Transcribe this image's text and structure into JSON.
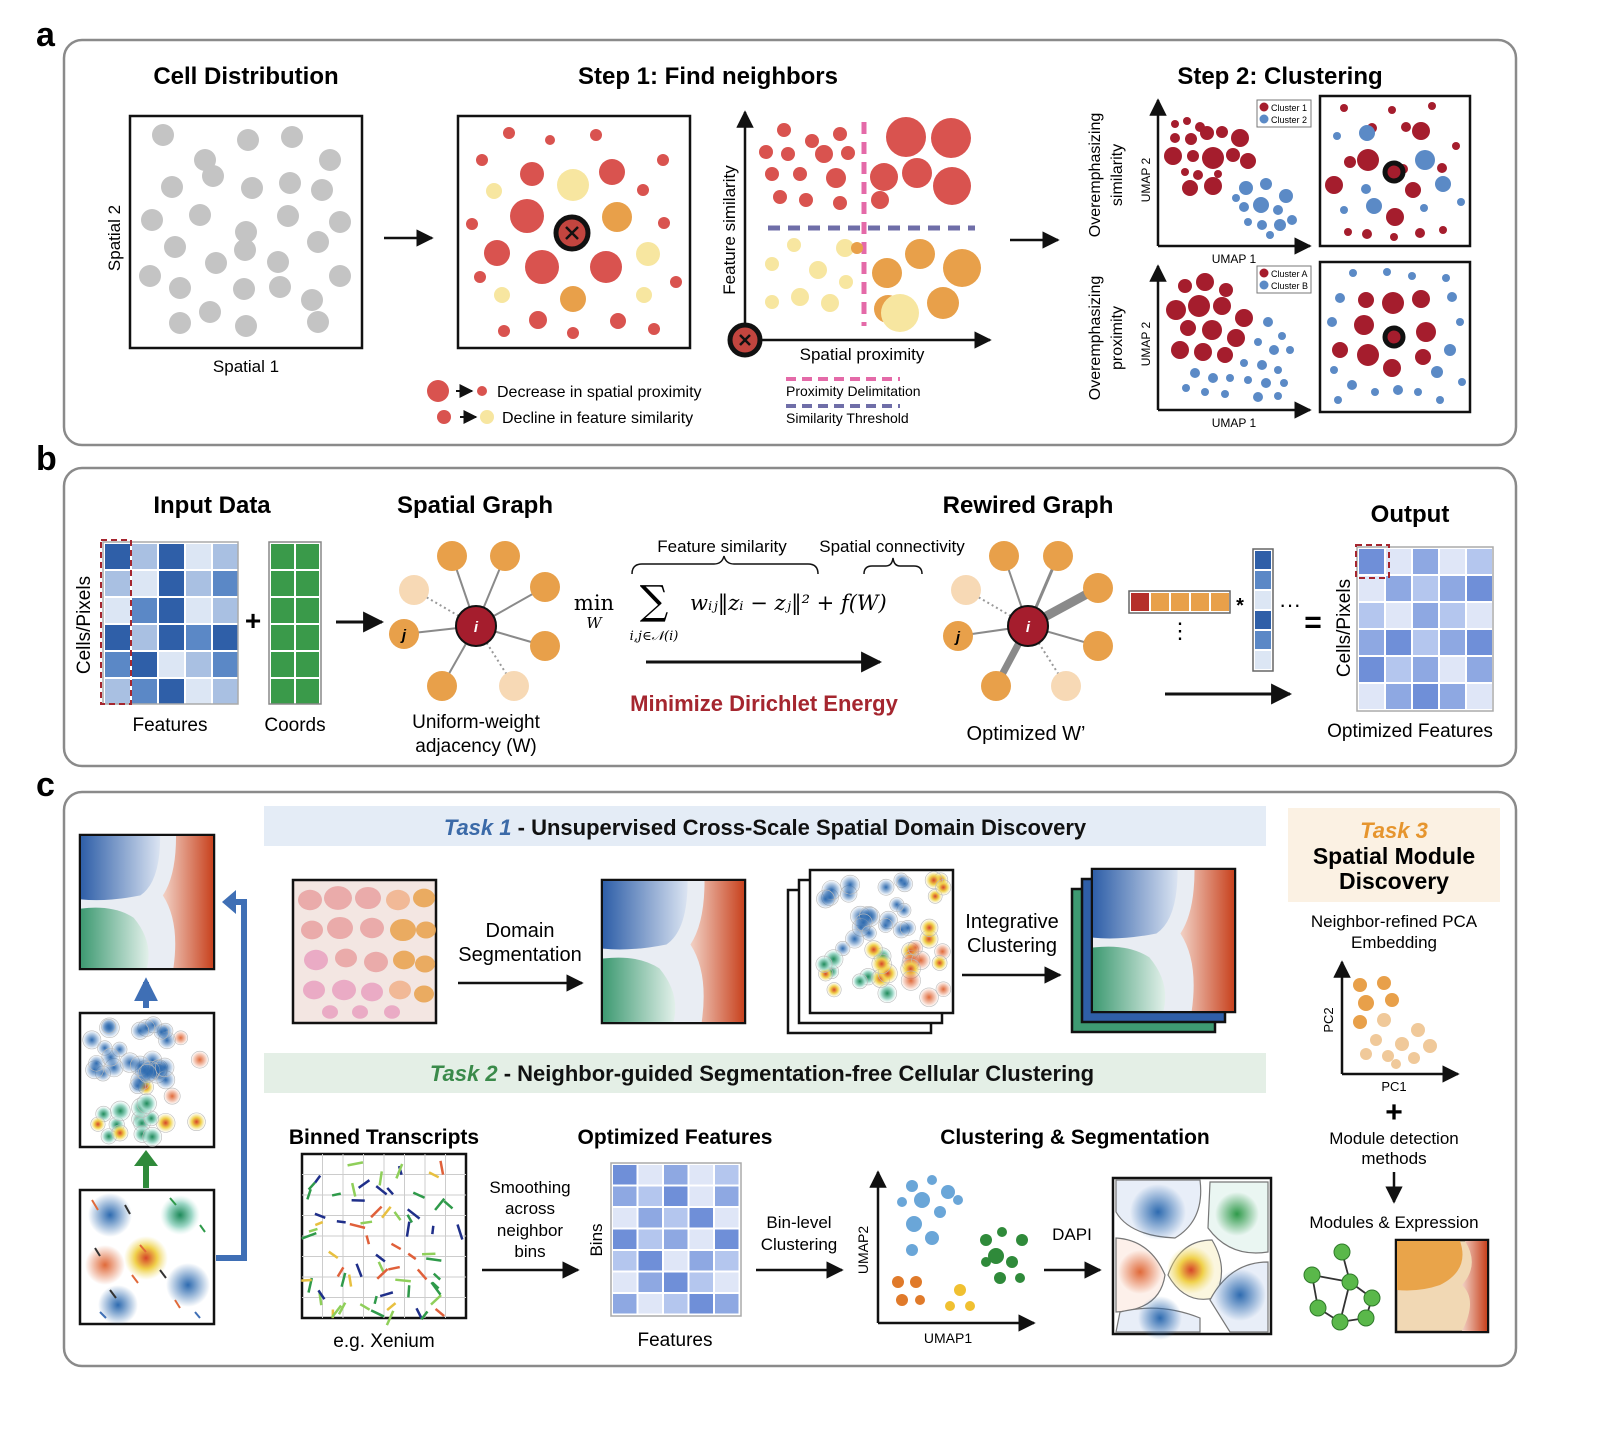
{
  "panel_letters": {
    "a": "a",
    "b": "b",
    "c": "c"
  },
  "panel_a": {
    "cell_distribution_title": "Cell Distribution",
    "spatial1": "Spatial 1",
    "spatial2": "Spatial 2",
    "step1_title": "Step 1: Find neighbors",
    "feature_similarity_axis": "Feature similarity",
    "spatial_proximity_axis": "Spatial proximity",
    "legend_decrease_proximity": "Decrease in spatial proximity",
    "legend_decline_similarity": "Decline in feature similarity",
    "legend_proximity_delimitation": "Proximity Delimitation",
    "legend_similarity_threshold": "Similarity Threshold",
    "step2_title": "Step 2: Clustering",
    "overemph_similarity_line1": "Overemphasizing",
    "overemph_similarity_line2": "similarity",
    "overemph_proximity_line1": "Overemphasizing",
    "overemph_proximity_line2": "proximity",
    "umap1": "UMAP 1",
    "umap2": "UMAP 2",
    "cluster1": "Cluster 1",
    "cluster2": "Cluster 2",
    "clusterA": "Cluster A",
    "clusterB": "Cluster B"
  },
  "panel_b": {
    "input_data_title": "Input Data",
    "cells_pixels": "Cells/Pixels",
    "features": "Features",
    "coords": "Coords",
    "spatial_graph_title": "Spatial Graph",
    "uniform_weight_line1": "Uniform-weight",
    "uniform_weight_line2": "adjacency (W)",
    "feature_similarity": "Feature similarity",
    "spatial_connectivity": "Spatial connectivity",
    "formula_min": "min",
    "formula_sub": "W",
    "formula_sum_sub": "i,j∈𝒩(i)",
    "formula_body": "wᵢⱼ‖zᵢ − zⱼ‖² + f(W)",
    "minimize_label": "Minimize Dirichlet Energy",
    "rewired_graph_title": "Rewired Graph",
    "optimized_w": "Optimized W’",
    "output_title": "Output",
    "optimized_features": "Optimized Features",
    "node_i": "i",
    "node_j": "j",
    "star": "*",
    "dots": "···",
    "vdots": "⋮",
    "equals": "=",
    "plus": "+"
  },
  "panel_c": {
    "task1_name": "Task 1",
    "task1_desc": " - Unsupervised Cross-Scale Spatial Domain Discovery",
    "domain_segmentation_line1": "Domain",
    "domain_segmentation_line2": "Segmentation",
    "integrative_line1": "Integrative",
    "integrative_line2": "Clustering",
    "task2_name": "Task 2",
    "task2_desc": " - Neighbor-guided Segmentation-free Cellular Clustering",
    "binned_transcripts": "Binned Transcripts",
    "eg_xenium": "e.g. Xenium",
    "smoothing_lines": [
      "Smoothing",
      "across",
      "neighbor",
      "bins"
    ],
    "optimized_features": "Optimized Features",
    "bins": "Bins",
    "features": "Features",
    "bin_level_line1": "Bin-level",
    "bin_level_line2": "Clustering",
    "clustering_segmentation": "Clustering & Segmentation",
    "umap1": "UMAP1",
    "umap2": "UMAP2",
    "dapi": "DAPI",
    "task3_name": "Task 3",
    "task3_line1": "Spatial Module",
    "task3_line2": "Discovery",
    "pca_line1": "Neighbor-refined PCA",
    "pca_line2": "Embedding",
    "pc1": "PC1",
    "pc2": "PC2",
    "plus": "+",
    "module_line1": "Module detection",
    "module_line2": "methods",
    "modules_expression": "Modules & Expression"
  },
  "colors": {
    "red": "#d9534f",
    "dark_red": "#a51d2d",
    "orange": "#e8a04a",
    "yellow": "#f7e6a0",
    "gray": "#c4c4c4",
    "blue": "#3f6fb5",
    "green": "#3f9a4a",
    "pink_dash": "#e46aa8",
    "purple_dash": "#6f6ea8",
    "task1_color": "#3b6aa8",
    "task2_color": "#3a8a4a",
    "task3_color": "#e6952e",
    "minimize_color": "#a5262f"
  }
}
